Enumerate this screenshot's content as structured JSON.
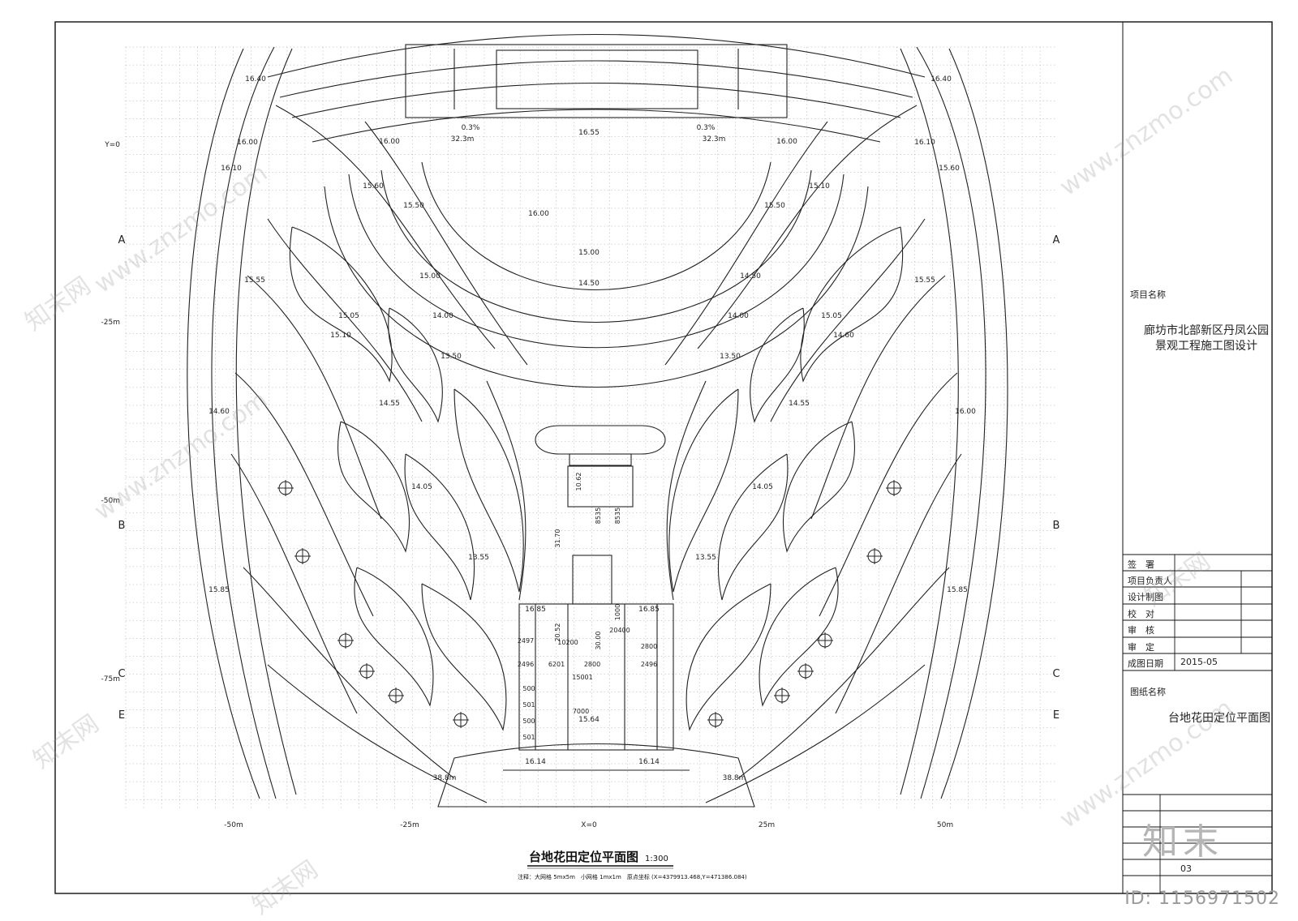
{
  "drawing": {
    "title": "台地花田定位平面图",
    "scale": "1:300",
    "note": "注释：大网格 5mx5m　小网格 1mx1m　原点坐标 (X=4379913.468,Y=471386.084)"
  },
  "x_axis_labels": [
    "-50m",
    "-25m",
    "X=0",
    "25m",
    "50m"
  ],
  "y_axis_labels": [
    "Y=0",
    "-25m",
    "-50m",
    "-75m"
  ],
  "grid_markers": [
    "A",
    "A",
    "B",
    "B",
    "C",
    "C",
    "E",
    "E"
  ],
  "title_block": {
    "project_name_label": "项目名称",
    "project_name_line1": "廊坊市北部新区丹凤公园",
    "project_name_line2": "景观工程施工图设计",
    "rows": [
      {
        "label": "签　署",
        "value": ""
      },
      {
        "label": "项目负责人",
        "value": ""
      },
      {
        "label": "设计制图",
        "value": ""
      },
      {
        "label": "校　对",
        "value": ""
      },
      {
        "label": "审　核",
        "value": ""
      },
      {
        "label": "审　定",
        "value": ""
      },
      {
        "label": "成图日期",
        "value": "2015-05"
      }
    ],
    "drawing_name_label": "图纸名称",
    "drawing_name": "台地花田定位平面图",
    "sheet_number": "03"
  },
  "elevation_labels": [
    "16.40",
    "16.40",
    "16.55",
    "16.00",
    "16.00",
    "16.00",
    "15.50",
    "15.50",
    "15.00",
    "15.00",
    "14.50",
    "14.50",
    "14.00",
    "14.00",
    "13.50",
    "13.50",
    "15.64",
    "16.14",
    "16.14",
    "16.00",
    "16.10",
    "16.10",
    "15.60",
    "15.60",
    "15.10",
    "15.10",
    "14.60",
    "14.60",
    "16.00",
    "15.55",
    "15.55",
    "15.05",
    "15.05",
    "14.55",
    "14.55",
    "14.05",
    "14.05",
    "13.55",
    "13.55",
    "15.85",
    "15.85",
    "16.85",
    "16.85"
  ],
  "slope_labels": [
    "0.3%",
    "0.3%",
    "32.3m",
    "32.3m",
    "38.8m",
    "38.8m"
  ],
  "dimension_labels": [
    "2497",
    "2496",
    "2496",
    "6201",
    "2800",
    "2800",
    "500",
    "501",
    "500",
    "501",
    "7000",
    "10200",
    "15001",
    "20400",
    "1000",
    "8535",
    "8535",
    "10.62",
    "20.52",
    "30.00",
    "31.70"
  ],
  "watermarks": [
    "www.znzmo.com",
    "知末网",
    "www.znzmo.com",
    "知末网",
    "www.znzmo.com",
    "知末网",
    "www.znzmo.com",
    "知末网"
  ],
  "brand": "知末",
  "id_text": "ID: 1156971502"
}
